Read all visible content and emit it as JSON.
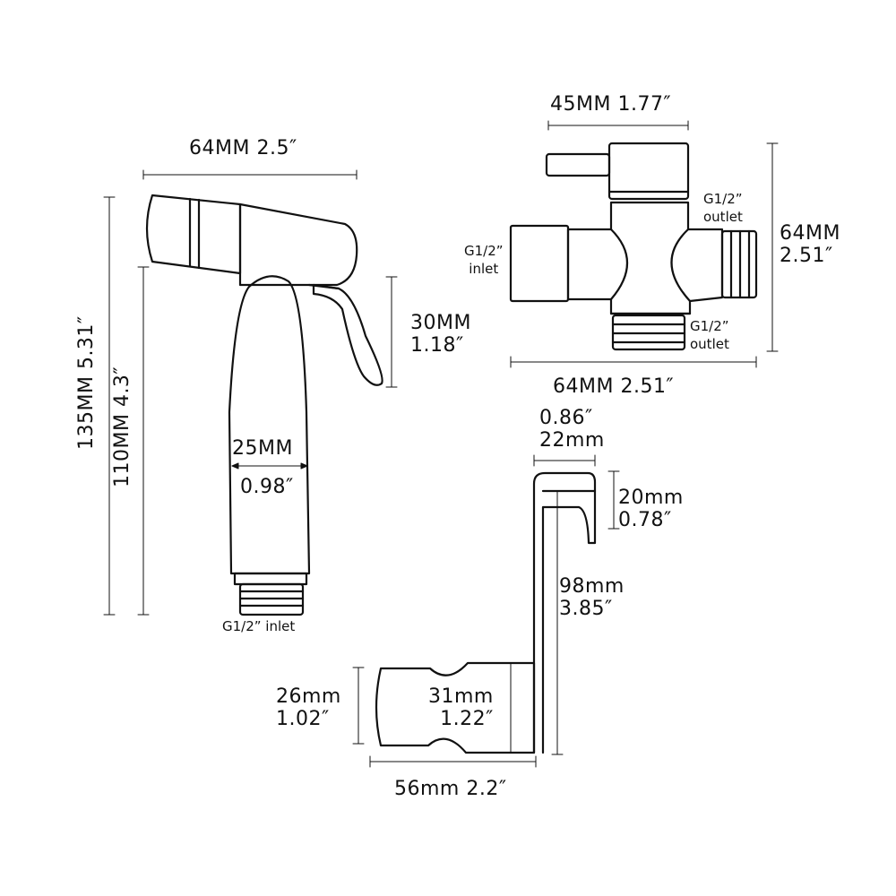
{
  "sprayer": {
    "width": "64MM 2.5″",
    "total_length": "135MM 5.31″",
    "handle_length": "110MM 4.3″",
    "lever": [
      "30MM",
      "1.18″"
    ],
    "grip": [
      "25MM",
      "0.98″"
    ],
    "inlet": "G1/2” inlet"
  },
  "valve": {
    "top_width": "45MM 1.77″",
    "height": [
      "64MM",
      "2.51″"
    ],
    "width": "64MM 2.51″",
    "inlet": [
      "G1/2”",
      "inlet"
    ],
    "outlet_side": [
      "G1/2”",
      "outlet"
    ],
    "outlet_bottom": [
      "G1/2”",
      "outlet"
    ]
  },
  "holder": {
    "hook_width": [
      "0.86″",
      "22mm"
    ],
    "hook_depth": [
      "20mm",
      "0.78″"
    ],
    "height": [
      "98mm",
      "3.85″"
    ],
    "cradle_height": [
      "26mm",
      "1.02″"
    ],
    "slot_height": [
      "31mm",
      "1.22″"
    ],
    "width": "56mm 2.2″"
  }
}
